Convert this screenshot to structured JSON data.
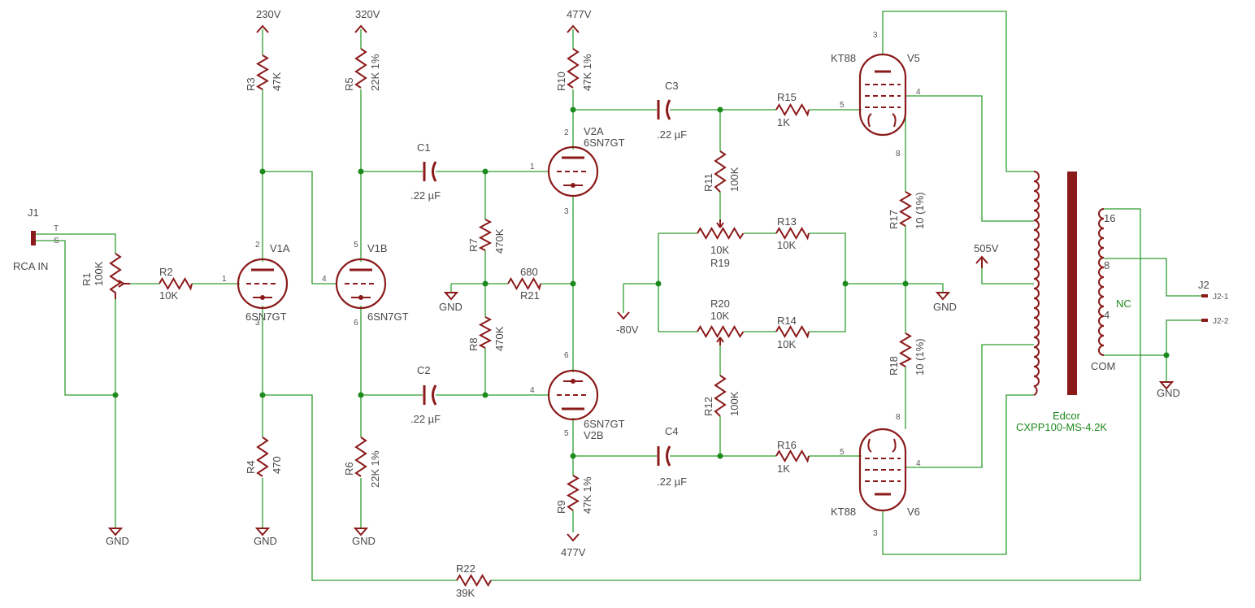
{
  "components": {
    "J1": {
      "ref": "J1",
      "label": "RCA IN",
      "pin_t": "T",
      "pin_s": "S"
    },
    "R1": {
      "ref": "R1",
      "value": "100K"
    },
    "R2": {
      "ref": "R2",
      "value": "10K"
    },
    "R3": {
      "ref": "R3",
      "value": "47K"
    },
    "R4": {
      "ref": "R4",
      "value": "470"
    },
    "R5": {
      "ref": "R5",
      "value": "22K 1%"
    },
    "R6": {
      "ref": "R6",
      "value": "22K 1%"
    },
    "R7": {
      "ref": "R7",
      "value": "470K"
    },
    "R8": {
      "ref": "R8",
      "value": "470K"
    },
    "R9": {
      "ref": "R9",
      "value": "47K 1%"
    },
    "R10": {
      "ref": "R10",
      "value": "47K 1%"
    },
    "R11": {
      "ref": "R11",
      "value": "100K"
    },
    "R12": {
      "ref": "R12",
      "value": "100K"
    },
    "R13": {
      "ref": "R13",
      "value": "10K"
    },
    "R14": {
      "ref": "R14",
      "value": "10K"
    },
    "R15": {
      "ref": "R15",
      "value": "1K"
    },
    "R16": {
      "ref": "R16",
      "value": "1K"
    },
    "R17": {
      "ref": "R17",
      "value": "10 (1%)"
    },
    "R18": {
      "ref": "R18",
      "value": "10 (1%)"
    },
    "R19": {
      "ref": "R19",
      "value": "10K"
    },
    "R20": {
      "ref": "R20",
      "value": "10K"
    },
    "R21": {
      "ref": "R21",
      "value": "680"
    },
    "R22": {
      "ref": "R22",
      "value": "39K"
    },
    "C1": {
      "ref": "C1",
      "value": ".22 µF"
    },
    "C2": {
      "ref": "C2",
      "value": ".22 µF"
    },
    "C3": {
      "ref": "C3",
      "value": ".22 µF"
    },
    "C4": {
      "ref": "C4",
      "value": ".22 µF"
    },
    "V1A": {
      "ref": "V1A",
      "type": "6SN7GT",
      "pins": [
        "2",
        "1",
        "3"
      ]
    },
    "V1B": {
      "ref": "V1B",
      "type": "6SN7GT",
      "pins": [
        "5",
        "4",
        "6"
      ]
    },
    "V2A": {
      "ref": "V2A",
      "type": "6SN7GT",
      "pins": [
        "2",
        "1",
        "3"
      ]
    },
    "V2B": {
      "ref": "V2B",
      "type": "6SN7GT",
      "pins": [
        "6",
        "4",
        "5"
      ]
    },
    "V5": {
      "ref": "V5",
      "type": "KT88",
      "pins": [
        "3",
        "4",
        "5",
        "8"
      ]
    },
    "V6": {
      "ref": "V6",
      "type": "KT88",
      "pins": [
        "3",
        "4",
        "5",
        "8"
      ]
    },
    "T1": {
      "brand": "Edcor",
      "model": "CXPP100-MS-4.2K",
      "taps": [
        "16",
        "8",
        "NC",
        "4",
        "COM"
      ]
    },
    "J2": {
      "ref": "J2",
      "pin1": "J2-1",
      "pin2": "J2-2"
    }
  },
  "supplies": {
    "v230": "230V",
    "v320": "320V",
    "v477": "477V",
    "v505": "505V",
    "vneg80": "-80V",
    "gnd": "GND"
  },
  "colors": {
    "wire": "#2e9e2e",
    "component": "#8b1a1a",
    "junction": "#1d8a1d",
    "text": "#4a4a4a"
  }
}
